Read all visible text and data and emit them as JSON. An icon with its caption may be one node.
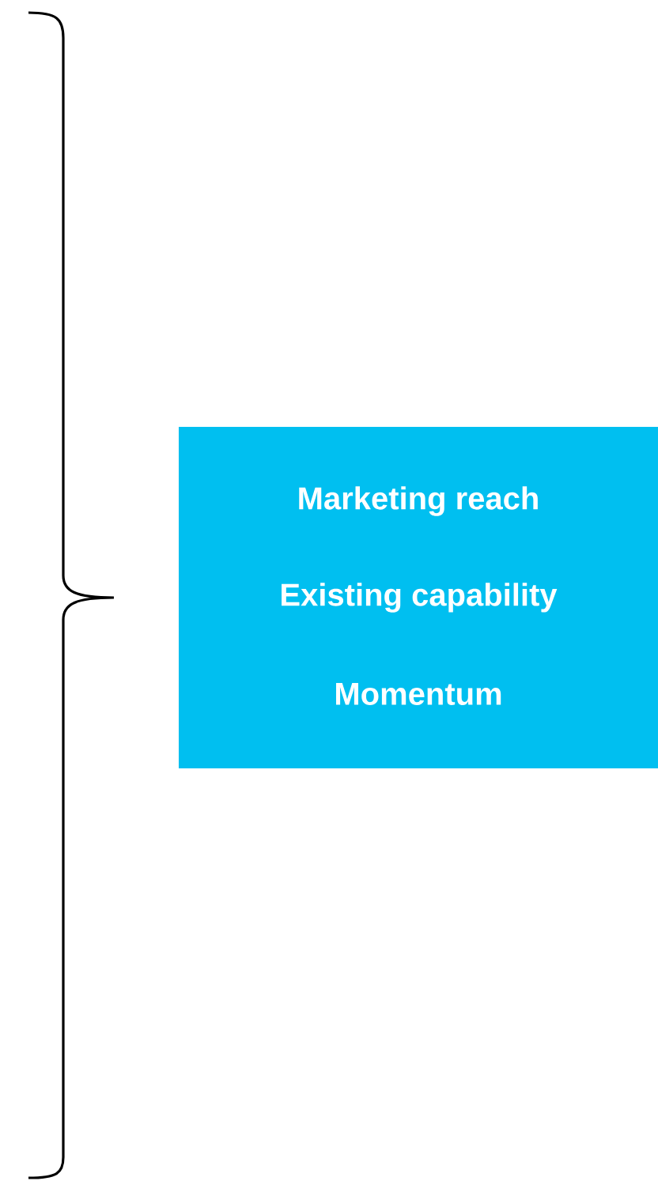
{
  "diagram": {
    "nodes": [
      {
        "text": [
          "Marketing reach",
          "Existing capability",
          "Momentum"
        ]
      }
    ]
  }
}
